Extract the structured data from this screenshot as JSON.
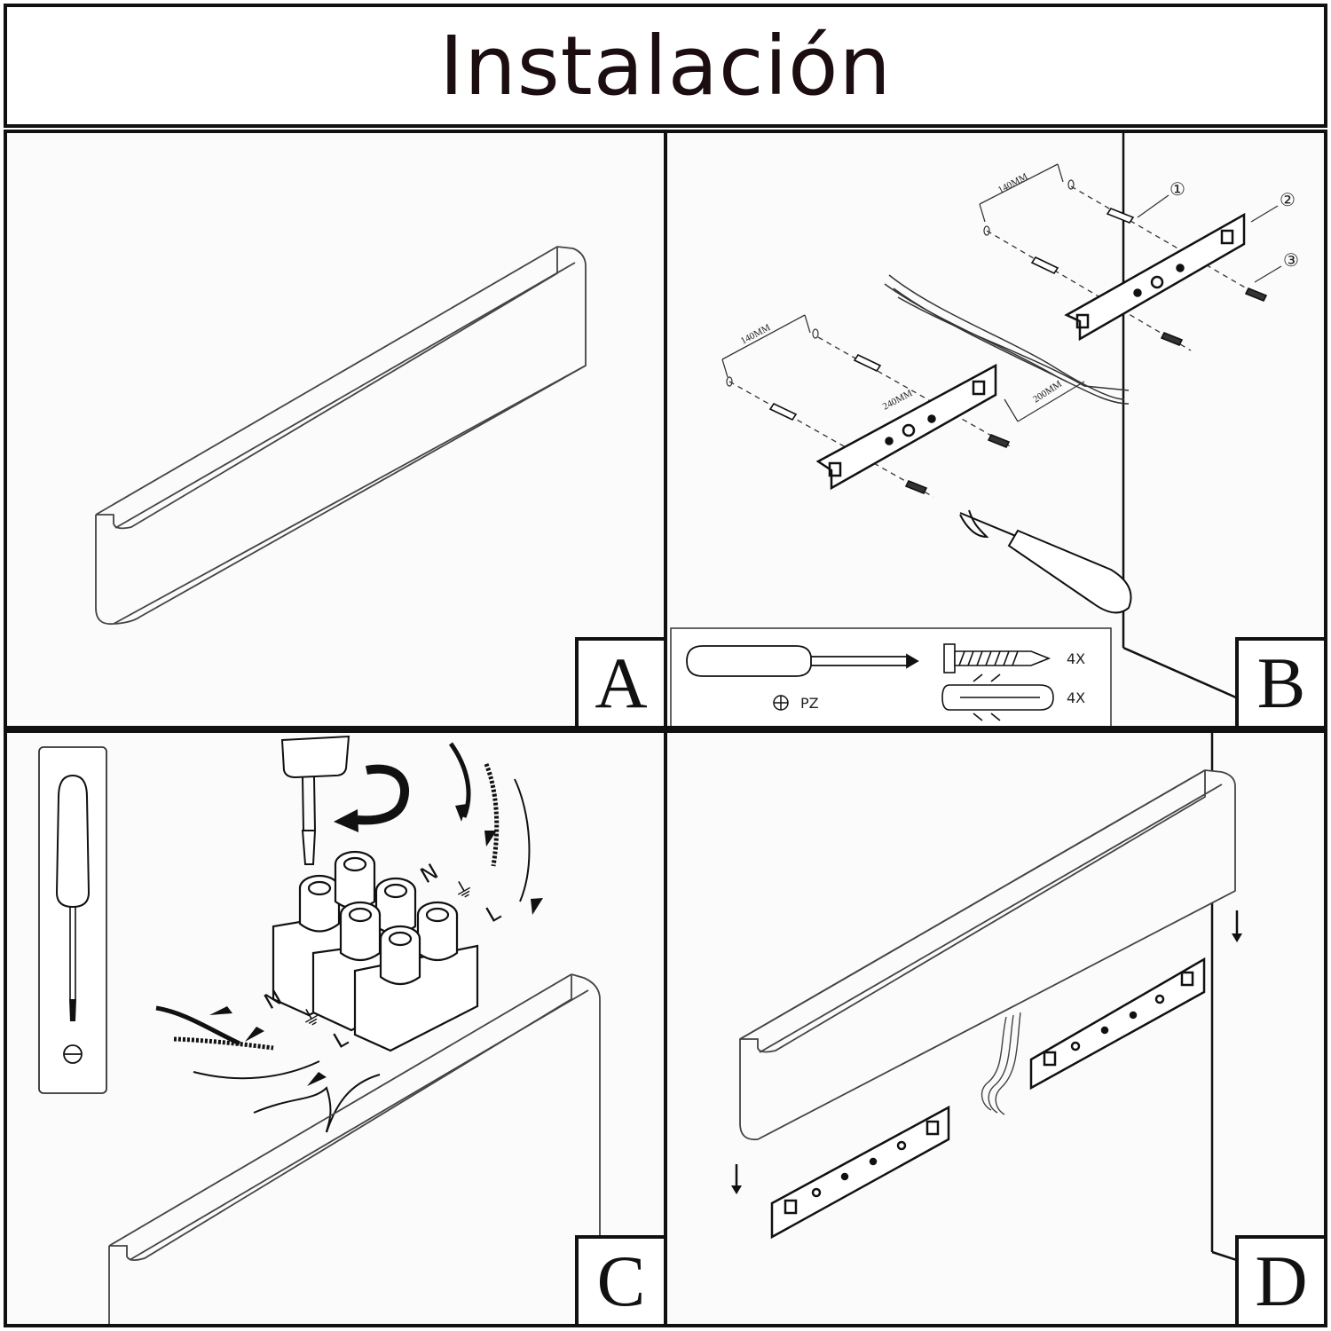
{
  "header": {
    "title": "Instalación"
  },
  "panels": {
    "a": {
      "label": "A"
    },
    "b": {
      "label": "B",
      "dimensions": {
        "top_spacing": "140MM",
        "left_spacing": "140MM",
        "bracket_length": "240MM",
        "offset": "200MM"
      },
      "callouts": [
        "①",
        "②",
        "③"
      ],
      "tools": {
        "screwdriver_type": "PZ",
        "screw_qty": "4X",
        "anchor_qty": "4X"
      }
    },
    "c": {
      "label": "C",
      "terminals": [
        "N",
        "⏚",
        "L"
      ]
    },
    "d": {
      "label": "D"
    }
  },
  "colors": {
    "line": "#111111",
    "background": "#fbfbfb"
  }
}
